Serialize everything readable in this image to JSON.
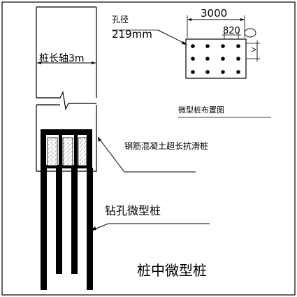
{
  "labels": {
    "pile_length_axis": "桩长轴3m",
    "hole_diameter_caption": "孔径",
    "hole_diameter_value": "219mm",
    "dim_width": "3000",
    "dim_spacing": "820",
    "layout_title": "微型桩布置图",
    "concrete_pile_caption": "钢筋混凝土超长抗滑桩",
    "drilled_micropile_caption": "钻孔微型桩",
    "bottom_title": "桩中微型桩"
  },
  "colors": {
    "ink": "#000000",
    "background": "#ffffff",
    "frame": "#000000"
  }
}
